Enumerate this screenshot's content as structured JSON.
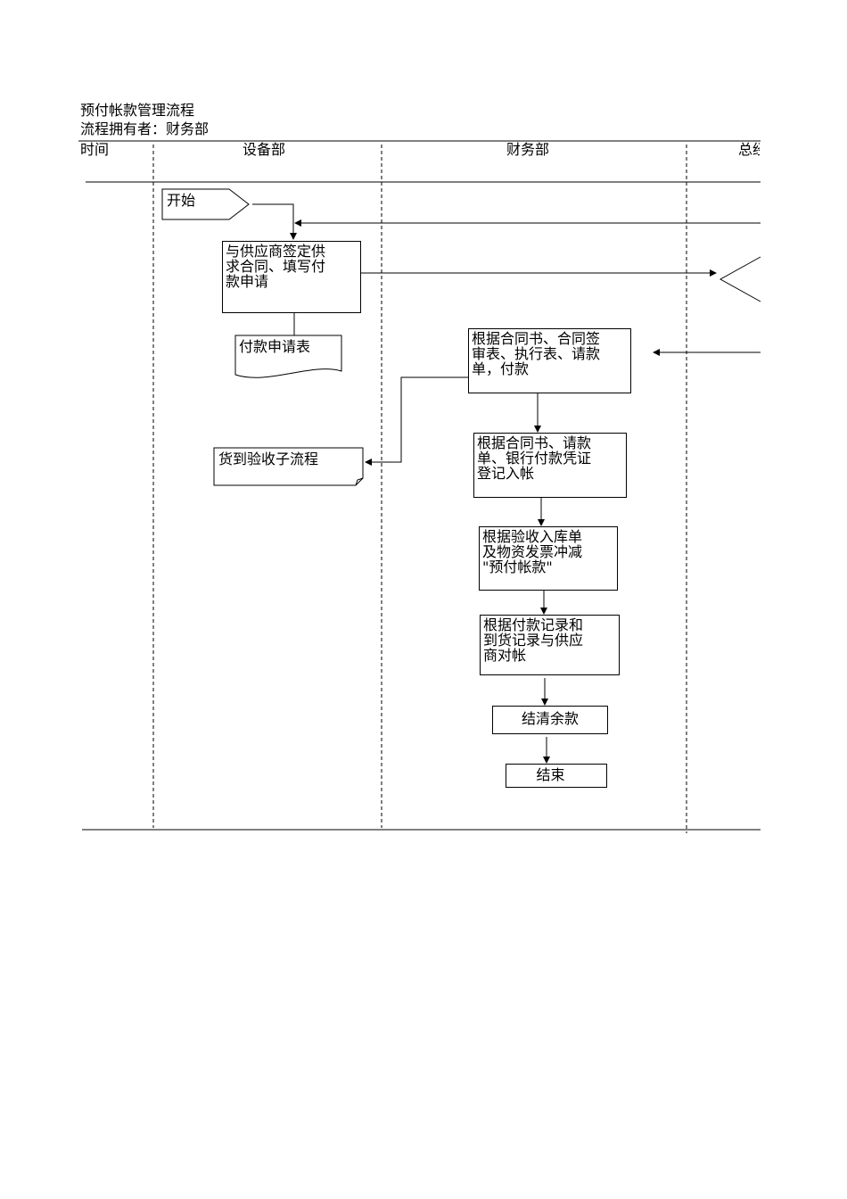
{
  "title": "预付帐款管理流程",
  "owner": "流程拥有者：财务部",
  "lanes": {
    "time": "时间",
    "equipment": "设备部",
    "finance": "财务部",
    "gm": "总经"
  },
  "nodes": {
    "start": "开始",
    "sign_contract": "与供应商签定供\n求合同、填写付\n款申请",
    "payment_form": "付款申请表",
    "goods_subflow": "货到验收子流程",
    "pay_by_contract": "根据合同书、合同签\n审表、执行表、请款\n单，付款",
    "record_account": "根据合同书、请款\n单、银行付款凭证\n登记入帐",
    "offset_prepaid": "根据验收入库单\n及物资发票冲减\n\"预付帐款\"",
    "reconcile": "根据付款记录和\n到货记录与供应\n商对帐",
    "settle_balance": "结清余款",
    "end": "结束"
  }
}
